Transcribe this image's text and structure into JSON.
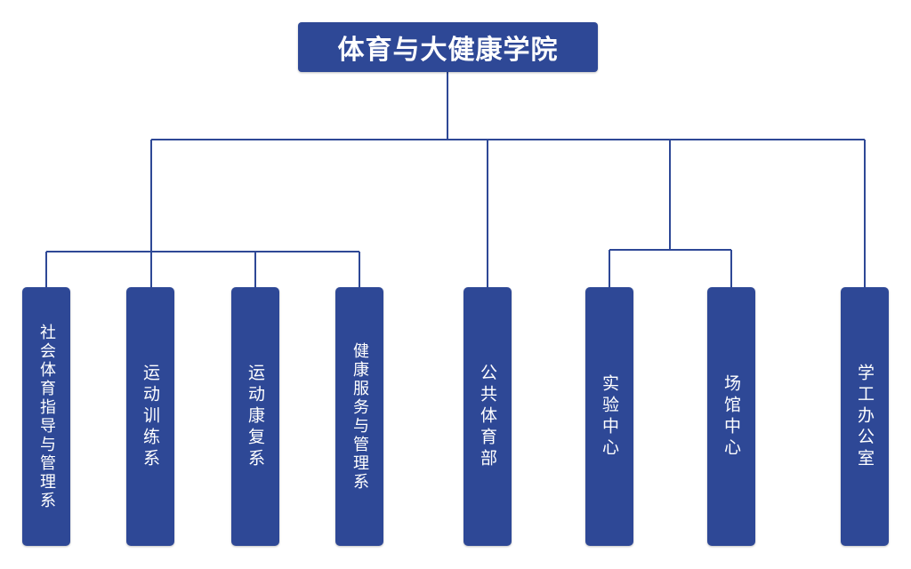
{
  "org_chart": {
    "root": {
      "label": "体育与大健康学院"
    },
    "departments": [
      {
        "label": "社会体育指导与管理系",
        "group": "sports-departments"
      },
      {
        "label": "运动训练系",
        "group": "sports-departments"
      },
      {
        "label": "运动康复系",
        "group": "sports-departments"
      },
      {
        "label": "健康服务与管理系",
        "group": "sports-departments"
      },
      {
        "label": "公共体育部",
        "group": "direct"
      },
      {
        "label": "实验中心",
        "group": "centers"
      },
      {
        "label": "场馆中心",
        "group": "centers"
      },
      {
        "label": "学工办公室",
        "group": "direct"
      }
    ],
    "colors": {
      "box_fill": "#2E4896",
      "connector": "#2E4896",
      "text": "#FFFFFF",
      "background": "#FFFFFF"
    }
  }
}
